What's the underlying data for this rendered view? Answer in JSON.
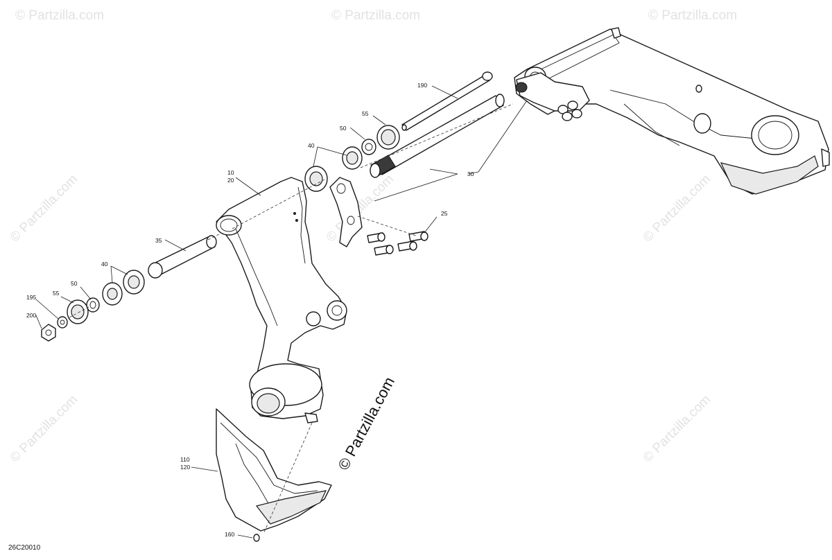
{
  "diagram_code": "26C20010",
  "watermark": {
    "main": "© Partzilla.com",
    "tile": "© Partzilla.com"
  },
  "callouts": [
    {
      "id": "c190",
      "label": "190"
    },
    {
      "id": "c55a",
      "label": "55"
    },
    {
      "id": "c50a",
      "label": "50"
    },
    {
      "id": "c40a",
      "label": "40"
    },
    {
      "id": "c10",
      "label": "10"
    },
    {
      "id": "c20",
      "label": "20"
    },
    {
      "id": "c30",
      "label": "30"
    },
    {
      "id": "c25",
      "label": "25"
    },
    {
      "id": "c35",
      "label": "35"
    },
    {
      "id": "c40b",
      "label": "40"
    },
    {
      "id": "c50b",
      "label": "50"
    },
    {
      "id": "c55b",
      "label": "55"
    },
    {
      "id": "c195",
      "label": "195"
    },
    {
      "id": "c200",
      "label": "200"
    },
    {
      "id": "c110",
      "label": "110"
    },
    {
      "id": "c120",
      "label": "120"
    },
    {
      "id": "c160",
      "label": "160"
    }
  ]
}
